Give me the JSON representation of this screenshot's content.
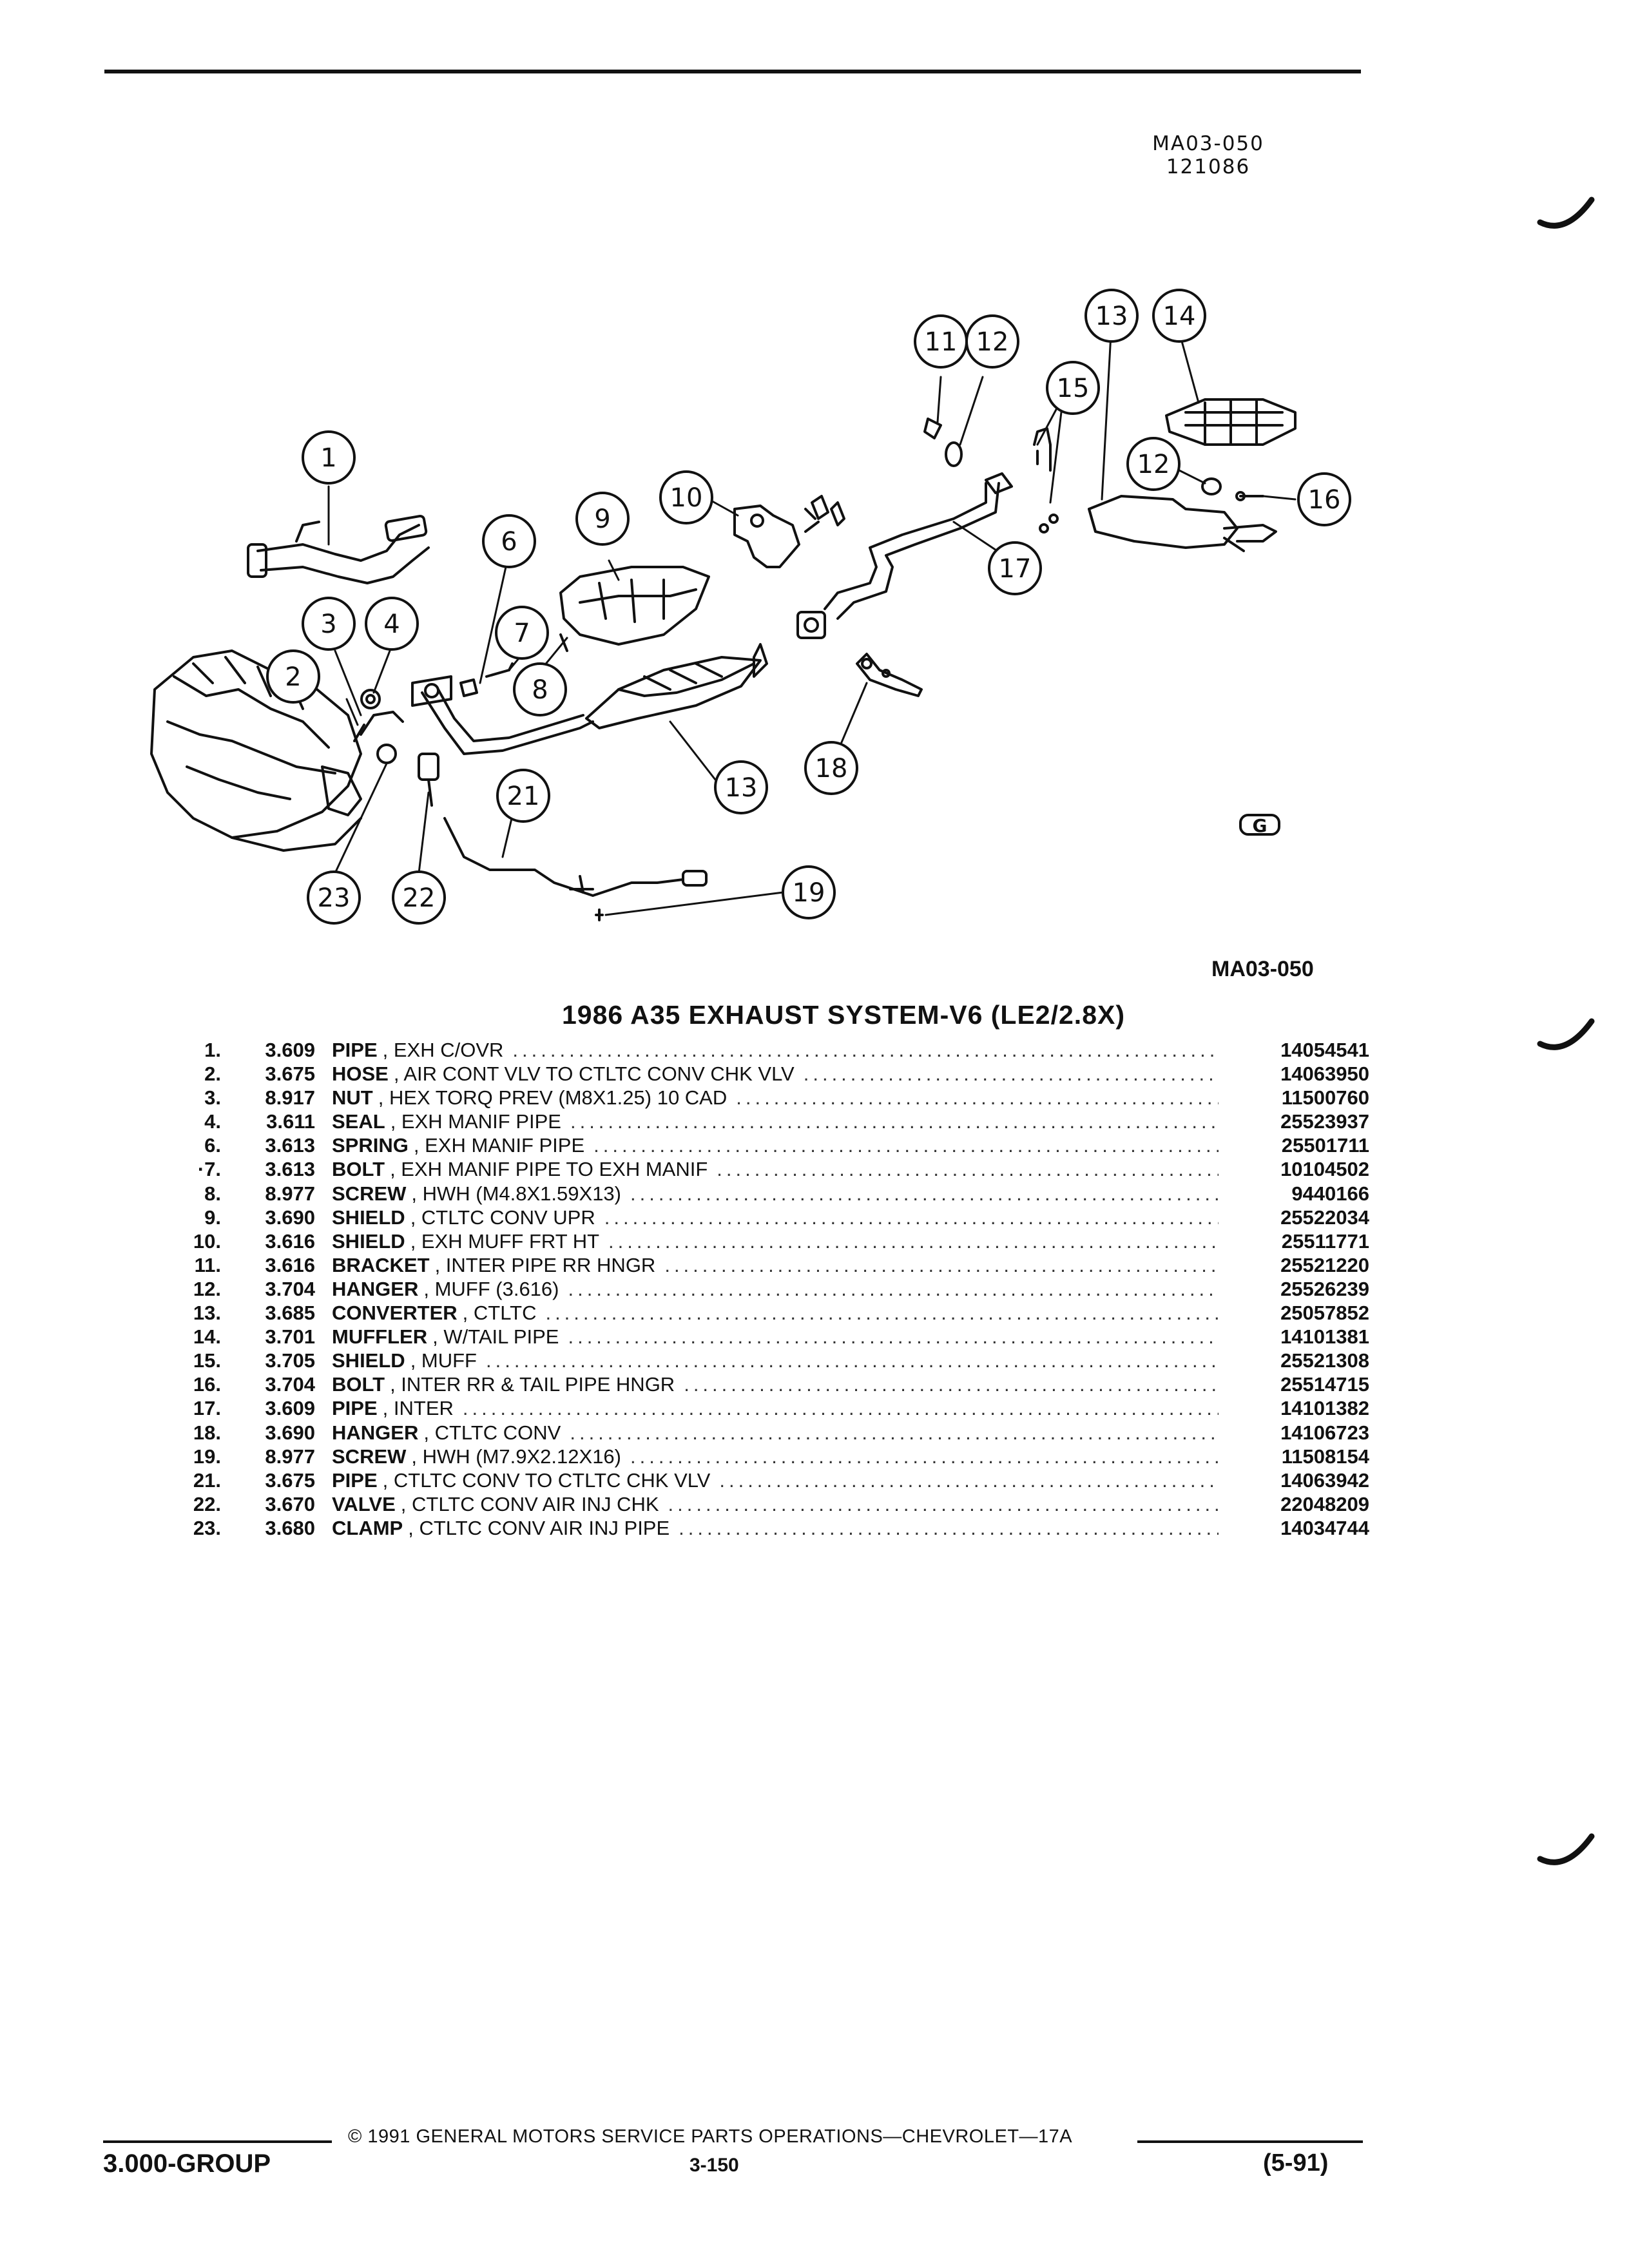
{
  "header": {
    "drawing_code": "MA03-050",
    "drawing_date": "121086"
  },
  "diagram": {
    "figure_label": "MA03-050",
    "callouts": [
      "1",
      "2",
      "3",
      "4",
      "6",
      "7",
      "8",
      "9",
      "10",
      "11",
      "12",
      "13",
      "14",
      "15",
      "12",
      "16",
      "17",
      "13",
      "18",
      "21",
      "19",
      "23",
      "22"
    ],
    "logo_mark": "G"
  },
  "title": "1986 A35 EXHAUST SYSTEM-V6 (LE2/2.8X)",
  "parts": [
    {
      "num": "1.",
      "group": "3.609",
      "name": "PIPE",
      "detail": ", EXH C/OVR",
      "part": "14054541"
    },
    {
      "num": "2.",
      "group": "3.675",
      "name": "HOSE",
      "detail": ", AIR CONT VLV TO CTLTC CONV CHK VLV",
      "part": "14063950"
    },
    {
      "num": "3.",
      "group": "8.917",
      "name": "NUT",
      "detail": ", HEX TORQ PREV (M8X1.25) 10 CAD",
      "part": "11500760"
    },
    {
      "num": "4.",
      "group": "3.611",
      "name": "SEAL",
      "detail": ", EXH MANIF PIPE",
      "part": "25523937"
    },
    {
      "num": "6.",
      "group": "3.613",
      "name": "SPRING",
      "detail": ", EXH MANIF PIPE",
      "part": "25501711"
    },
    {
      "num": "·7.",
      "group": "3.613",
      "name": "BOLT",
      "detail": ", EXH MANIF PIPE TO EXH MANIF",
      "part": "10104502"
    },
    {
      "num": "8.",
      "group": "8.977",
      "name": "SCREW",
      "detail": ", HWH (M4.8X1.59X13)",
      "part": "9440166"
    },
    {
      "num": "9.",
      "group": "3.690",
      "name": "SHIELD",
      "detail": ", CTLTC CONV UPR",
      "part": "25522034"
    },
    {
      "num": "10.",
      "group": "3.616",
      "name": "SHIELD",
      "detail": ", EXH MUFF FRT HT",
      "part": "25511771"
    },
    {
      "num": "11.",
      "group": "3.616",
      "name": "BRACKET",
      "detail": ", INTER PIPE RR HNGR",
      "part": "25521220"
    },
    {
      "num": "12.",
      "group": "3.704",
      "name": "HANGER",
      "detail": ", MUFF (3.616)",
      "part": "25526239"
    },
    {
      "num": "13.",
      "group": "3.685",
      "name": "CONVERTER",
      "detail": ", CTLTC",
      "part": "25057852"
    },
    {
      "num": "14.",
      "group": "3.701",
      "name": "MUFFLER",
      "detail": ", W/TAIL PIPE",
      "part": "14101381"
    },
    {
      "num": "15.",
      "group": "3.705",
      "name": "SHIELD",
      "detail": ", MUFF",
      "part": "25521308"
    },
    {
      "num": "16.",
      "group": "3.704",
      "name": "BOLT",
      "detail": ", INTER RR & TAIL PIPE HNGR",
      "part": "25514715"
    },
    {
      "num": "17.",
      "group": "3.609",
      "name": "PIPE",
      "detail": ", INTER",
      "part": "14101382"
    },
    {
      "num": "18.",
      "group": "3.690",
      "name": "HANGER",
      "detail": ", CTLTC CONV",
      "part": "14106723"
    },
    {
      "num": "19.",
      "group": "8.977",
      "name": "SCREW",
      "detail": ", HWH (M7.9X2.12X16)",
      "part": "11508154"
    },
    {
      "num": "21.",
      "group": "3.675",
      "name": "PIPE",
      "detail": ", CTLTC CONV TO CTLTC CHK VLV",
      "part": "14063942"
    },
    {
      "num": "22.",
      "group": "3.670",
      "name": "VALVE",
      "detail": ", CTLTC CONV AIR INJ CHK",
      "part": "22048209"
    },
    {
      "num": "23.",
      "group": "3.680",
      "name": "CLAMP",
      "detail": ", CTLTC CONV AIR INJ PIPE",
      "part": "14034744"
    }
  ],
  "footer": {
    "copyright": "© 1991 GENERAL MOTORS SERVICE PARTS OPERATIONS—CHEVROLET—17A",
    "group": "3.000-GROUP",
    "page": "3-150",
    "edition": "(5-91)"
  }
}
